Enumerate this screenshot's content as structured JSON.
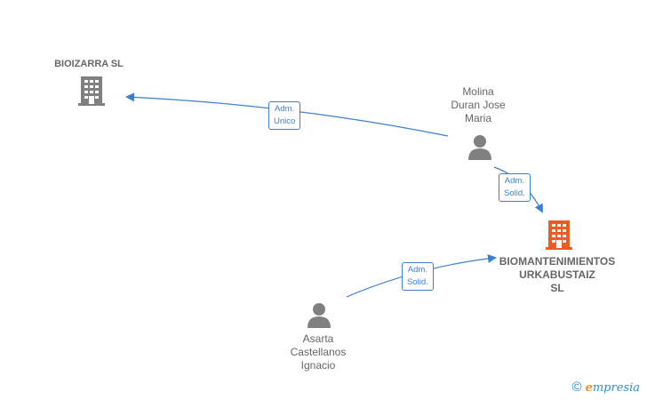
{
  "nodes": {
    "bioizarra": {
      "label": "BIOIZARRA  SL",
      "type": "company"
    },
    "molina": {
      "label_lines": [
        "Molina",
        "Duran Jose",
        "Maria"
      ],
      "type": "person"
    },
    "biomantenimientos": {
      "label_lines": [
        "BIOMANTENIMIENTOS",
        "URKABUSTAIZ",
        "SL"
      ],
      "type": "company-focus"
    },
    "asarta": {
      "label_lines": [
        "Asarta",
        "Castellanos",
        "Ignacio"
      ],
      "type": "person"
    }
  },
  "edges": [
    {
      "from": "molina",
      "to": "bioizarra",
      "label_lines": [
        "Adm.",
        "Unico"
      ]
    },
    {
      "from": "molina",
      "to": "biomantenimientos",
      "label_lines": [
        "Adm.",
        "Solid."
      ]
    },
    {
      "from": "asarta",
      "to": "biomantenimientos",
      "label_lines": [
        "Adm.",
        "Solid."
      ]
    }
  ],
  "colors": {
    "edge": "#3a7fd5",
    "company_icon": "#808080",
    "focus_icon": "#f05a24",
    "person_icon": "#808080"
  },
  "watermark": {
    "copyright": "©",
    "brand_first": "e",
    "brand_rest": "mpresia"
  }
}
